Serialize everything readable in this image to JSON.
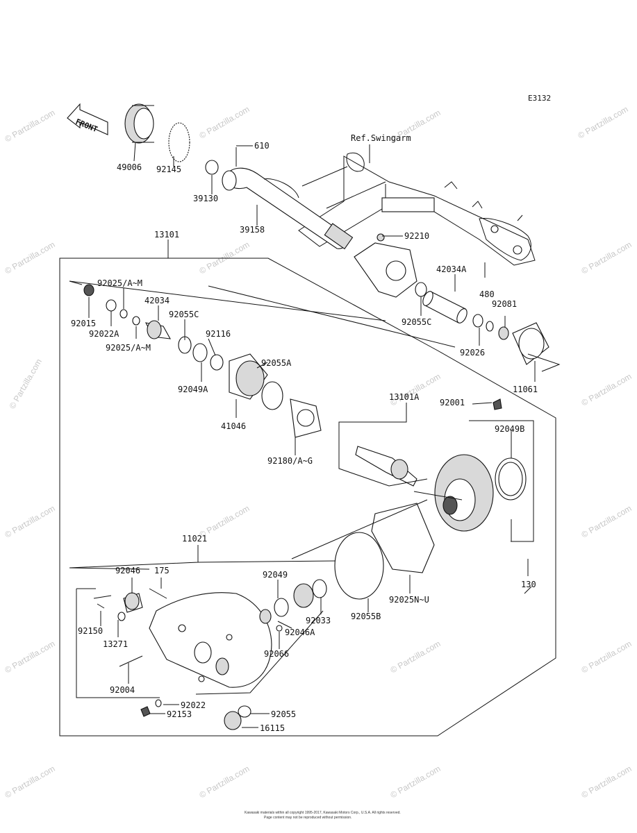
{
  "diagram": {
    "code": "E3132",
    "front_label": "FRONT",
    "ref_label": "Ref.Swingarm",
    "watermark": "© Partzilla.com",
    "footer_line1": "Kawasaki materials within all copyright 1995-2017, Kawasaki Motors Corp., U.S.A. All rights reserved.",
    "footer_line2": "Page content may not be reproduced without permission."
  },
  "parts": [
    "49006",
    "92145",
    "39130",
    "610",
    "39158",
    "92210",
    "13101",
    "92025/A~M",
    "92015",
    "92022A",
    "92025/A~M",
    "42034",
    "92055C",
    "92116",
    "92049A",
    "92055A",
    "41046",
    "92180/A~G",
    "42034A",
    "480",
    "92081",
    "92055C",
    "92026",
    "11061",
    "13101A",
    "92001",
    "92049B",
    "130",
    "92025N~U",
    "92055B",
    "11021",
    "92046",
    "175",
    "92150",
    "13271",
    "92004",
    "92049",
    "92033",
    "92046A",
    "92066",
    "92022",
    "92153",
    "92055",
    "16115"
  ]
}
